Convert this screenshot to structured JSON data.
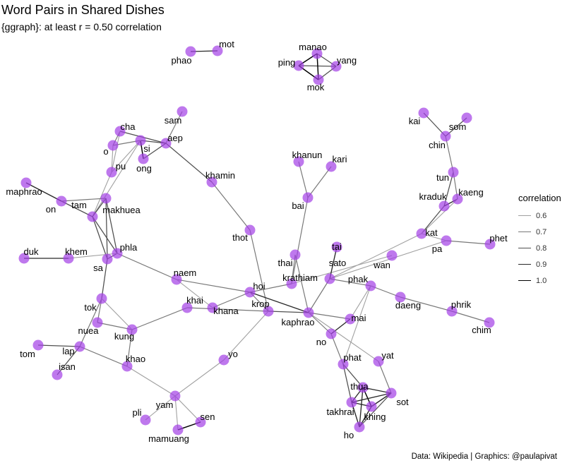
{
  "title": "Word Pairs in Shared Dishes",
  "subtitle": "{ggraph}: at least r = 0.50 correlation",
  "caption": "Data: Wikipedia | Graphics: @paulapivat",
  "node_color": "#a23ee6",
  "legend": {
    "title": "correlation",
    "items": [
      {
        "label": "0.6",
        "value": 0.6
      },
      {
        "label": "0.7",
        "value": 0.7
      },
      {
        "label": "0.8",
        "value": 0.8
      },
      {
        "label": "0.9",
        "value": 0.9
      },
      {
        "label": "1.0",
        "value": 1.0
      }
    ]
  },
  "nodes": [
    {
      "id": "mot",
      "label": "mot"
    },
    {
      "id": "phao",
      "label": "phao"
    },
    {
      "id": "manao",
      "label": "manao"
    },
    {
      "id": "ping",
      "label": "ping"
    },
    {
      "id": "yang",
      "label": "yang"
    },
    {
      "id": "mok",
      "label": "mok"
    },
    {
      "id": "sam",
      "label": "sam"
    },
    {
      "id": "cha",
      "label": "cha"
    },
    {
      "id": "o",
      "label": "o"
    },
    {
      "id": "si",
      "label": "si"
    },
    {
      "id": "aep",
      "label": "aep"
    },
    {
      "id": "ong",
      "label": "ong"
    },
    {
      "id": "pu",
      "label": "pu"
    },
    {
      "id": "maphrao",
      "label": "maphrao"
    },
    {
      "id": "on",
      "label": "on"
    },
    {
      "id": "tam",
      "label": "tam"
    },
    {
      "id": "makhuea",
      "label": "makhuea"
    },
    {
      "id": "khamin",
      "label": "khamin"
    },
    {
      "id": "duk",
      "label": "duk"
    },
    {
      "id": "khem",
      "label": "khem"
    },
    {
      "id": "phla",
      "label": "phla"
    },
    {
      "id": "sa",
      "label": "sa"
    },
    {
      "id": "thot",
      "label": "thot"
    },
    {
      "id": "khanun",
      "label": "khanun"
    },
    {
      "id": "kari",
      "label": "kari"
    },
    {
      "id": "bai",
      "label": "bai"
    },
    {
      "id": "kai",
      "label": "kai"
    },
    {
      "id": "som",
      "label": "som"
    },
    {
      "id": "chin",
      "label": "chin"
    },
    {
      "id": "tun",
      "label": "tun"
    },
    {
      "id": "kaeng",
      "label": "kaeng"
    },
    {
      "id": "kraduk",
      "label": "kraduk"
    },
    {
      "id": "kat",
      "label": "kat"
    },
    {
      "id": "pa",
      "label": "pa"
    },
    {
      "id": "phet",
      "label": "phet"
    },
    {
      "id": "naem",
      "label": "naem"
    },
    {
      "id": "tai",
      "label": "tai"
    },
    {
      "id": "thai",
      "label": "thai"
    },
    {
      "id": "sato",
      "label": "sato"
    },
    {
      "id": "wan",
      "label": "wan"
    },
    {
      "id": "krathiam",
      "label": "krathiam"
    },
    {
      "id": "phak",
      "label": "phak"
    },
    {
      "id": "hoi",
      "label": "hoi"
    },
    {
      "id": "krop",
      "label": "krop"
    },
    {
      "id": "khana",
      "label": "khana"
    },
    {
      "id": "khai",
      "label": "khai"
    },
    {
      "id": "tok",
      "label": "tok"
    },
    {
      "id": "kaphrao",
      "label": "kaphrao"
    },
    {
      "id": "daeng",
      "label": "daeng"
    },
    {
      "id": "phrik",
      "label": "phrik"
    },
    {
      "id": "chim",
      "label": "chim"
    },
    {
      "id": "mai",
      "label": "mai"
    },
    {
      "id": "no",
      "label": "no"
    },
    {
      "id": "nuea",
      "label": "nuea"
    },
    {
      "id": "kung",
      "label": "kung"
    },
    {
      "id": "lap",
      "label": "lap"
    },
    {
      "id": "tom",
      "label": "tom"
    },
    {
      "id": "isan",
      "label": "isan"
    },
    {
      "id": "khao",
      "label": "khao"
    },
    {
      "id": "yo",
      "label": "yo"
    },
    {
      "id": "phat",
      "label": "phat"
    },
    {
      "id": "yat",
      "label": "yat"
    },
    {
      "id": "thua",
      "label": "thua"
    },
    {
      "id": "sot",
      "label": "sot"
    },
    {
      "id": "takhrai",
      "label": "takhrai"
    },
    {
      "id": "khing",
      "label": "khing"
    },
    {
      "id": "ho",
      "label": "ho"
    },
    {
      "id": "yam",
      "label": "yam"
    },
    {
      "id": "pli",
      "label": "pli"
    },
    {
      "id": "sen",
      "label": "sen"
    },
    {
      "id": "mamuang",
      "label": "mamuang"
    }
  ],
  "edges": [
    {
      "from": "phao",
      "to": "mot",
      "r": 0.9
    },
    {
      "from": "ping",
      "to": "manao",
      "r": 1.0
    },
    {
      "from": "ping",
      "to": "yang",
      "r": 0.8
    },
    {
      "from": "ping",
      "to": "mok",
      "r": 1.0
    },
    {
      "from": "manao",
      "to": "yang",
      "r": 0.8
    },
    {
      "from": "manao",
      "to": "mok",
      "r": 1.0
    },
    {
      "from": "mok",
      "to": "yang",
      "r": 0.8
    },
    {
      "from": "sam",
      "to": "aep",
      "r": 0.7
    },
    {
      "from": "cha",
      "to": "aep",
      "r": 0.8
    },
    {
      "from": "cha",
      "to": "o",
      "r": 0.7
    },
    {
      "from": "o",
      "to": "si",
      "r": 0.7
    },
    {
      "from": "si",
      "to": "ong",
      "r": 1.0
    },
    {
      "from": "si",
      "to": "aep",
      "r": 0.8
    },
    {
      "from": "ong",
      "to": "aep",
      "r": 0.8
    },
    {
      "from": "aep",
      "to": "khamin",
      "r": 0.8
    },
    {
      "from": "pu",
      "to": "cha",
      "r": 0.6
    },
    {
      "from": "pu",
      "to": "o",
      "r": 0.6
    },
    {
      "from": "pu",
      "to": "si",
      "r": 0.6
    },
    {
      "from": "pu",
      "to": "tam",
      "r": 0.6
    },
    {
      "from": "tam",
      "to": "si",
      "r": 0.6
    },
    {
      "from": "maphrao",
      "to": "on",
      "r": 0.9
    },
    {
      "from": "on",
      "to": "tam",
      "r": 0.8
    },
    {
      "from": "on",
      "to": "makhuea",
      "r": 0.7
    },
    {
      "from": "tam",
      "to": "makhuea",
      "r": 0.8
    },
    {
      "from": "tam",
      "to": "phla",
      "r": 0.8
    },
    {
      "from": "tam",
      "to": "sa",
      "r": 0.8
    },
    {
      "from": "makhuea",
      "to": "phla",
      "r": 0.8
    },
    {
      "from": "makhuea",
      "to": "sa",
      "r": 0.8
    },
    {
      "from": "sa",
      "to": "phla",
      "r": 0.8
    },
    {
      "from": "duk",
      "to": "khem",
      "r": 0.9
    },
    {
      "from": "khem",
      "to": "phla",
      "r": 0.6
    },
    {
      "from": "sa",
      "to": "tok",
      "r": 0.8
    },
    {
      "from": "tok",
      "to": "nuea",
      "r": 0.7
    },
    {
      "from": "tok",
      "to": "lap",
      "r": 0.7
    },
    {
      "from": "phla",
      "to": "naem",
      "r": 0.7
    },
    {
      "from": "khamin",
      "to": "thot",
      "r": 0.7
    },
    {
      "from": "thot",
      "to": "krop",
      "r": 0.7
    },
    {
      "from": "khanun",
      "to": "bai",
      "r": 0.7
    },
    {
      "from": "kari",
      "to": "bai",
      "r": 0.7
    },
    {
      "from": "bai",
      "to": "krathiam",
      "r": 0.7
    },
    {
      "from": "kai",
      "to": "chin",
      "r": 0.8
    },
    {
      "from": "som",
      "to": "chin",
      "r": 0.8
    },
    {
      "from": "chin",
      "to": "tun",
      "r": 0.7
    },
    {
      "from": "tun",
      "to": "kraduk",
      "r": 0.8
    },
    {
      "from": "tun",
      "to": "kaeng",
      "r": 0.7
    },
    {
      "from": "kaeng",
      "to": "kraduk",
      "r": 0.9
    },
    {
      "from": "kraduk",
      "to": "kat",
      "r": 0.8
    },
    {
      "from": "kat",
      "to": "pa",
      "r": 0.6
    },
    {
      "from": "kaeng",
      "to": "kat",
      "r": 0.6
    },
    {
      "from": "pa",
      "to": "phet",
      "r": 0.7
    },
    {
      "from": "kat",
      "to": "sato",
      "r": 0.6
    },
    {
      "from": "pa",
      "to": "sato",
      "r": 0.6
    },
    {
      "from": "wan",
      "to": "krathiam",
      "r": 0.6
    },
    {
      "from": "tai",
      "to": "sato",
      "r": 0.9
    },
    {
      "from": "thai",
      "to": "krathiam",
      "r": 0.7
    },
    {
      "from": "thai",
      "to": "kaphrao",
      "r": 0.7
    },
    {
      "from": "sato",
      "to": "kaphrao",
      "r": 0.7
    },
    {
      "from": "sato",
      "to": "phak",
      "r": 0.7
    },
    {
      "from": "krathiam",
      "to": "hoi",
      "r": 0.7
    },
    {
      "from": "naem",
      "to": "hoi",
      "r": 0.7
    },
    {
      "from": "naem",
      "to": "khana",
      "r": 0.6
    },
    {
      "from": "hoi",
      "to": "khana",
      "r": 0.7
    },
    {
      "from": "hoi",
      "to": "kaphrao",
      "r": 0.9
    },
    {
      "from": "hoi",
      "to": "krop",
      "r": 0.7
    },
    {
      "from": "krop",
      "to": "kaphrao",
      "r": 0.8
    },
    {
      "from": "khai",
      "to": "krop",
      "r": 0.7
    },
    {
      "from": "khai",
      "to": "kung",
      "r": 0.7
    },
    {
      "from": "phak",
      "to": "daeng",
      "r": 0.7
    },
    {
      "from": "daeng",
      "to": "phrik",
      "r": 0.7
    },
    {
      "from": "phrik",
      "to": "chim",
      "r": 0.7
    },
    {
      "from": "kaphrao",
      "to": "mai",
      "r": 0.7
    },
    {
      "from": "kaphrao",
      "to": "no",
      "r": 0.7
    },
    {
      "from": "phak",
      "to": "phat",
      "r": 0.6
    },
    {
      "from": "no",
      "to": "mai",
      "r": 0.9
    },
    {
      "from": "no",
      "to": "phat",
      "r": 0.7
    },
    {
      "from": "kaphrao",
      "to": "yat",
      "r": 0.6
    },
    {
      "from": "krop",
      "to": "yo",
      "r": 0.6
    },
    {
      "from": "yo",
      "to": "yam",
      "r": 0.6
    },
    {
      "from": "nuea",
      "to": "kung",
      "r": 0.7
    },
    {
      "from": "tok",
      "to": "kung",
      "r": 0.6
    },
    {
      "from": "kung",
      "to": "khao",
      "r": 0.7
    },
    {
      "from": "lap",
      "to": "tom",
      "r": 0.8
    },
    {
      "from": "lap",
      "to": "isan",
      "r": 0.8
    },
    {
      "from": "lap",
      "to": "khao",
      "r": 0.7
    },
    {
      "from": "phat",
      "to": "thua",
      "r": 0.8
    },
    {
      "from": "phat",
      "to": "takhrai",
      "r": 0.8
    },
    {
      "from": "yat",
      "to": "sot",
      "r": 0.7
    },
    {
      "from": "thua",
      "to": "sot",
      "r": 0.9
    },
    {
      "from": "thua",
      "to": "khing",
      "r": 1.0
    },
    {
      "from": "thua",
      "to": "takhrai",
      "r": 0.9
    },
    {
      "from": "takhrai",
      "to": "sot",
      "r": 0.9
    },
    {
      "from": "takhrai",
      "to": "khing",
      "r": 0.9
    },
    {
      "from": "sot",
      "to": "khing",
      "r": 0.9
    },
    {
      "from": "ho",
      "to": "thua",
      "r": 0.9
    },
    {
      "from": "ho",
      "to": "takhrai",
      "r": 0.9
    },
    {
      "from": "ho",
      "to": "sot",
      "r": 0.8
    },
    {
      "from": "ho",
      "to": "khing",
      "r": 0.9
    },
    {
      "from": "khao",
      "to": "yam",
      "r": 0.6
    },
    {
      "from": "yam",
      "to": "pli",
      "r": 0.6
    },
    {
      "from": "yam",
      "to": "sen",
      "r": 0.6
    },
    {
      "from": "yam",
      "to": "mamuang",
      "r": 0.6
    },
    {
      "from": "mamuang",
      "to": "sen",
      "r": 1.0
    },
    {
      "from": "mai",
      "to": "phak",
      "r": 0.6
    }
  ]
}
